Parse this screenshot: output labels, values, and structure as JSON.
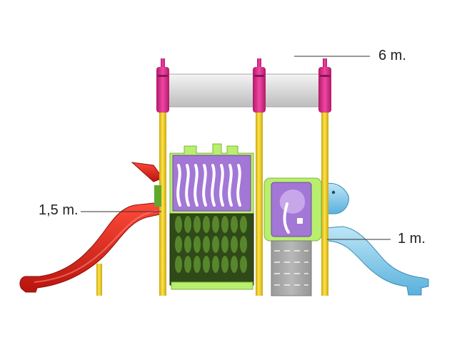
{
  "labels": {
    "top_beam_height": "6 m.",
    "slide_platform_height": "1,5 m.",
    "small_platform_height": "1 m."
  },
  "colors": {
    "post": "#f2d42a",
    "post_cap": "#e0298a",
    "beam": "#d9d9d9",
    "panel_purple": "#a377d6",
    "panel_green": "#b9ef6e",
    "climb_wall": "#3f6020",
    "red_slide": "#e0251c",
    "blue_slide": "#7ec7ea",
    "ramp": "#a9a9a9",
    "leader_line": "#333333"
  }
}
